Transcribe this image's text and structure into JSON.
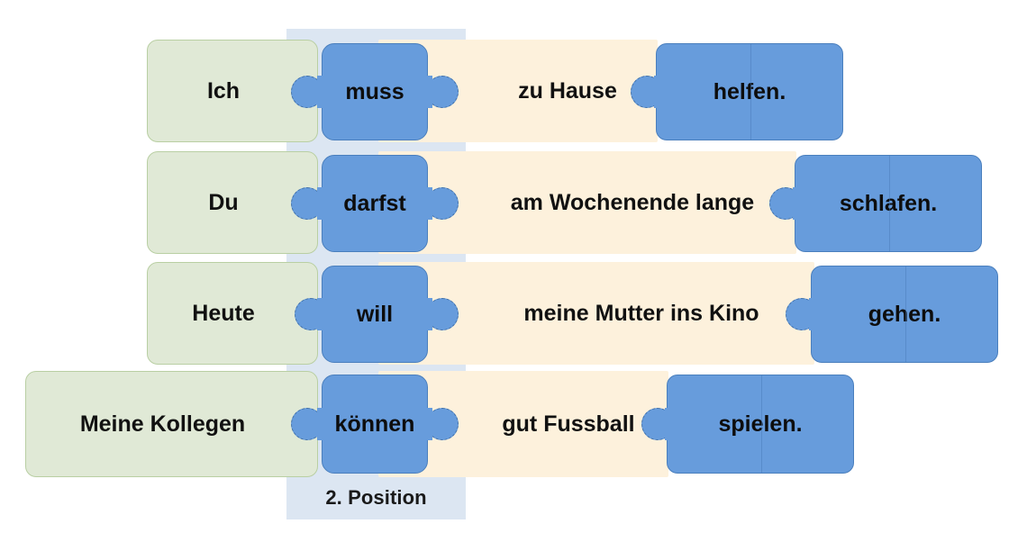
{
  "diagram": {
    "title": "German modal verb sentence structure puzzle",
    "position_label": "2. Position",
    "colors": {
      "subject": "#e0e9d6",
      "middle": "#fdf1dc",
      "verb": "#679cdc",
      "column": "#dce6f2",
      "text": "#111111"
    },
    "rows": [
      {
        "subject": "Ich",
        "verb": "muss",
        "middle": "zu Hause",
        "final": "helfen."
      },
      {
        "subject": "Du",
        "verb": "darfst",
        "middle": "am Wochenende lange",
        "final": "schlafen."
      },
      {
        "subject": "Heute",
        "verb": "will",
        "middle": "meine Mutter ins Kino",
        "final": "gehen."
      },
      {
        "subject": "Meine Kollegen",
        "verb": "können",
        "middle": "gut Fussball",
        "final": "spielen."
      }
    ]
  }
}
